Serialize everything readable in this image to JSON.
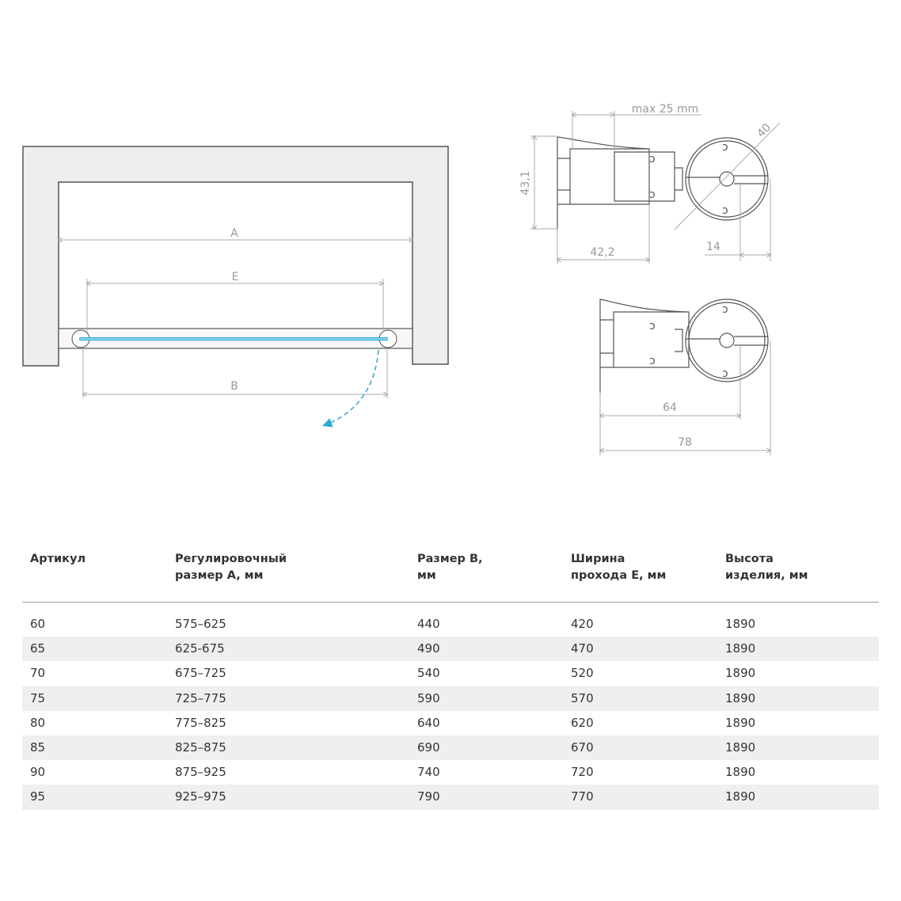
{
  "diagram": {
    "plan_labels": {
      "a": "A",
      "e": "E",
      "b": "B"
    },
    "profile_top_labels": {
      "max": "max 25 mm",
      "diameter": "40",
      "height": "43,1",
      "width": "42,2",
      "offset": "14"
    },
    "profile_bottom_labels": {
      "inner": "64",
      "outer": "78"
    },
    "colors": {
      "glass": "#2aa7d6",
      "wall": "#eeeeee",
      "line": "#555555",
      "dim": "#aaaaaa"
    }
  },
  "table": {
    "headers": [
      "Артикул",
      "Регулировочный\nразмер A, мм",
      "Размер B,\nмм",
      "Ширина\nпрохода E, мм",
      "Высота\nизделия, мм"
    ],
    "rows": [
      [
        "60",
        "575–625",
        "440",
        "420",
        "1890"
      ],
      [
        "65",
        "625-675",
        "490",
        "470",
        "1890"
      ],
      [
        "70",
        "675–725",
        "540",
        "520",
        "1890"
      ],
      [
        "75",
        "725–775",
        "590",
        "570",
        "1890"
      ],
      [
        "80",
        "775–825",
        "640",
        "620",
        "1890"
      ],
      [
        "85",
        "825–875",
        "690",
        "670",
        "1890"
      ],
      [
        "90",
        "875–925",
        "740",
        "720",
        "1890"
      ],
      [
        "95",
        "925–975",
        "790",
        "770",
        "1890"
      ]
    ]
  }
}
